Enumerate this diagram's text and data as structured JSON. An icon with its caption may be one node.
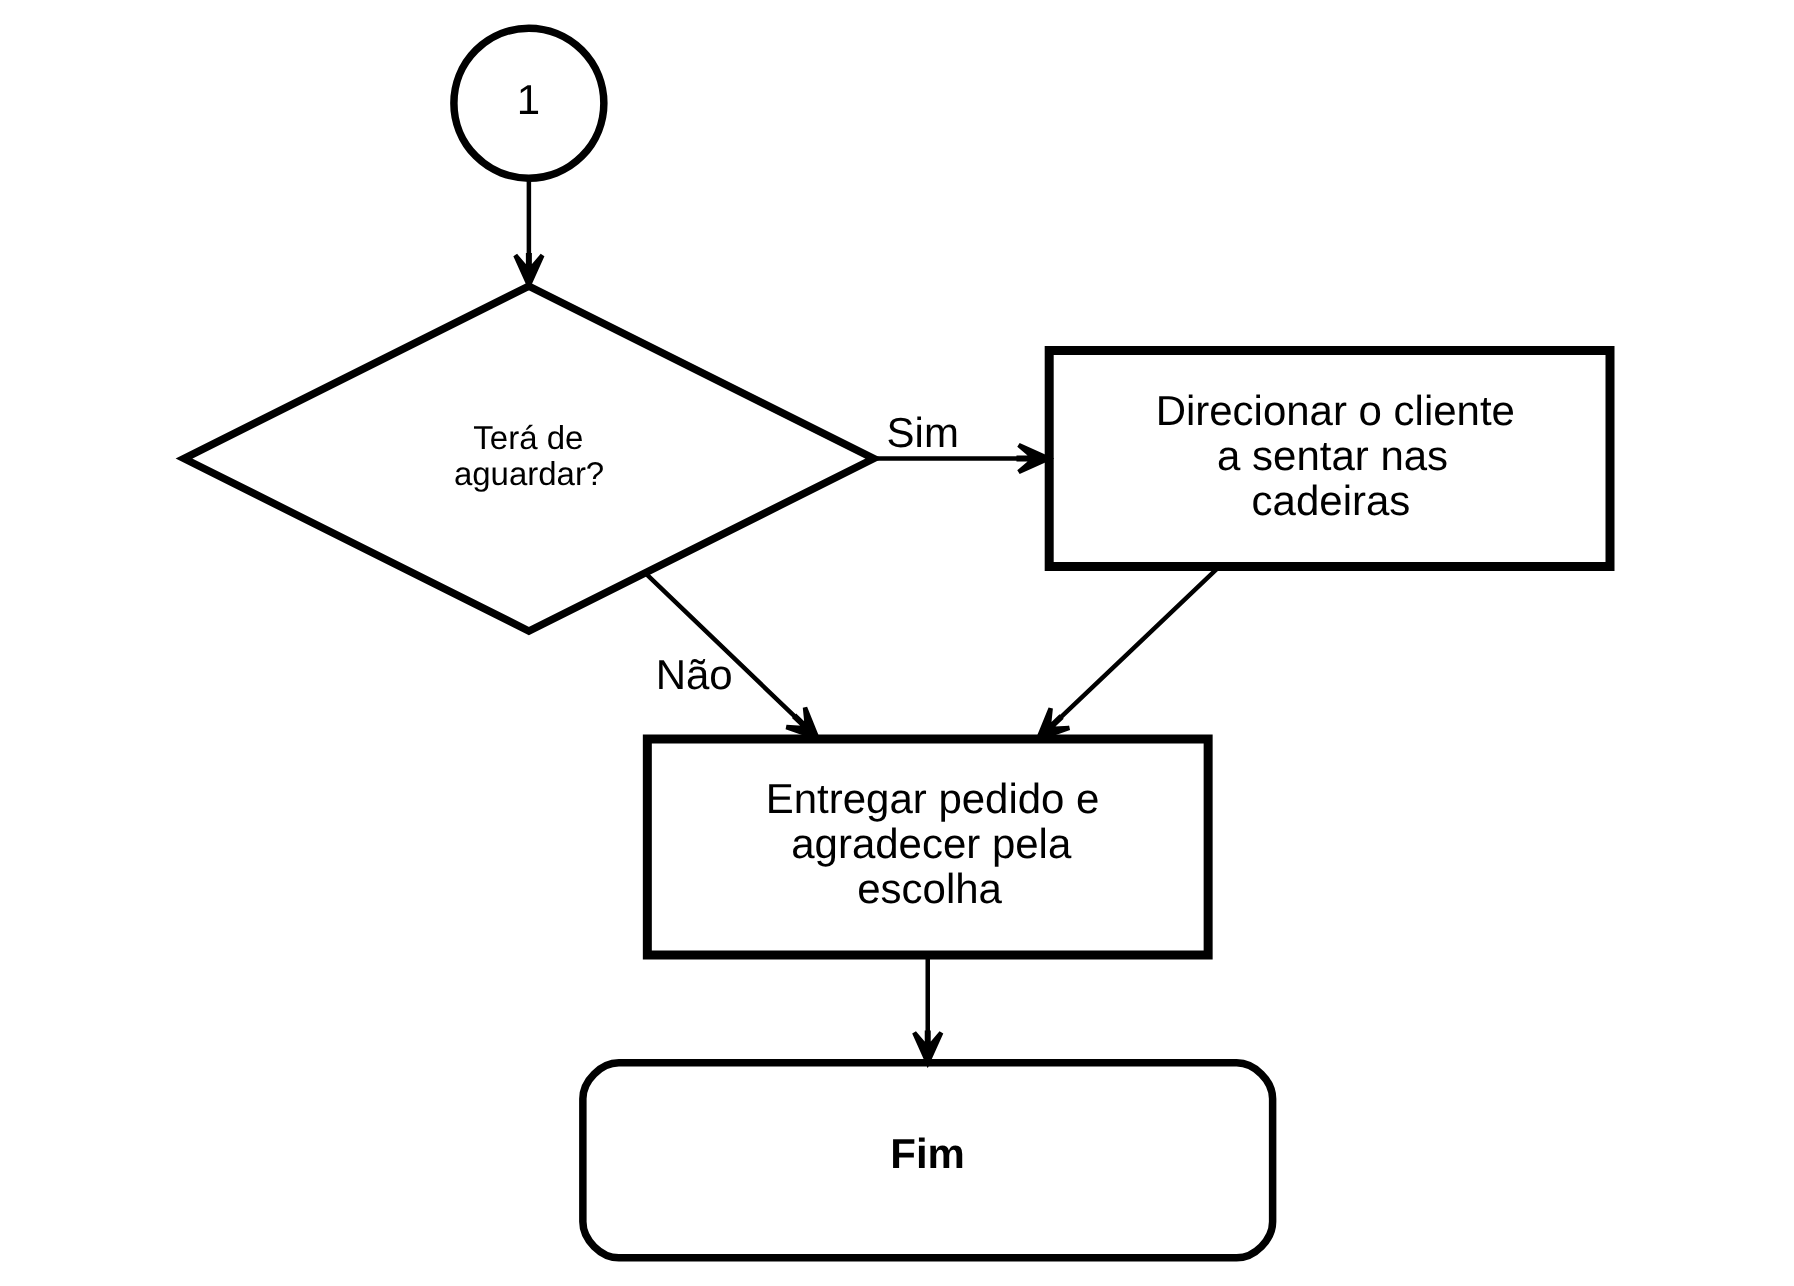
{
  "diagram": {
    "nodes": [
      {
        "text": [
          "1"
        ]
      },
      {
        "text": [
          "Terá de aguardar?"
        ]
      },
      {
        "text": [
          "Direcionar o cliente a sentar nas cadeiras"
        ]
      },
      {
        "text": [
          "Entregar pedido e agradecer pela escolha"
        ]
      },
      {
        "text": [
          "Fim"
        ]
      }
    ],
    "edges": [
      {
        "from": 0,
        "to": 1,
        "arrow": "to"
      },
      {
        "from": 1,
        "to": 2,
        "arrow": "to",
        "label": "Sim"
      },
      {
        "from": 1,
        "to": 3,
        "arrow": "to",
        "label": "Não"
      },
      {
        "from": 2,
        "to": 3,
        "arrow": "to"
      },
      {
        "from": 3,
        "to": 4,
        "arrow": "to"
      }
    ]
  }
}
